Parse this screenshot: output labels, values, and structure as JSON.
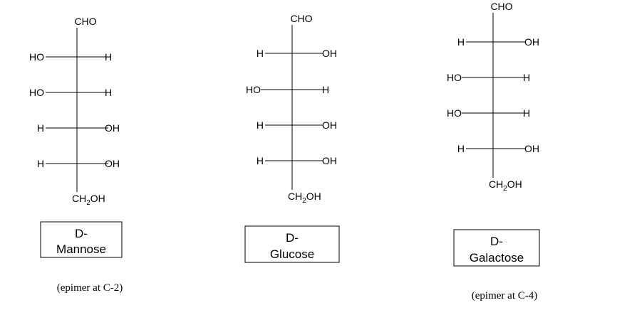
{
  "structures": [
    {
      "top": "CHO",
      "rows": [
        {
          "left": "HO",
          "right": "H"
        },
        {
          "left": "HO",
          "right": "H"
        },
        {
          "left": "H",
          "right": "OH"
        },
        {
          "left": "H",
          "right": "OH"
        }
      ],
      "bottom_main": "CH",
      "bottom_sub": "2",
      "bottom_tail": "OH",
      "box_line1": "D-",
      "box_line2": "Mannose",
      "note": "(epimer at C-2)"
    },
    {
      "top": "CHO",
      "rows": [
        {
          "left": "H",
          "right": "OH"
        },
        {
          "left": "HO",
          "right": "H"
        },
        {
          "left": "H",
          "right": "OH"
        },
        {
          "left": "H",
          "right": "OH"
        }
      ],
      "bottom_main": "CH",
      "bottom_sub": "2",
      "bottom_tail": "OH",
      "box_line1": "D-",
      "box_line2": "Glucose",
      "note": ""
    },
    {
      "top": "CHO",
      "rows": [
        {
          "left": "H",
          "right": "OH"
        },
        {
          "left": "HO",
          "right": "H"
        },
        {
          "left": "HO",
          "right": "H"
        },
        {
          "left": "H",
          "right": "OH"
        }
      ],
      "bottom_main": "CH",
      "bottom_sub": "2",
      "bottom_tail": "OH",
      "box_line1": "D-",
      "box_line2": "Galactose",
      "note": "(epimer at C-4)"
    }
  ]
}
